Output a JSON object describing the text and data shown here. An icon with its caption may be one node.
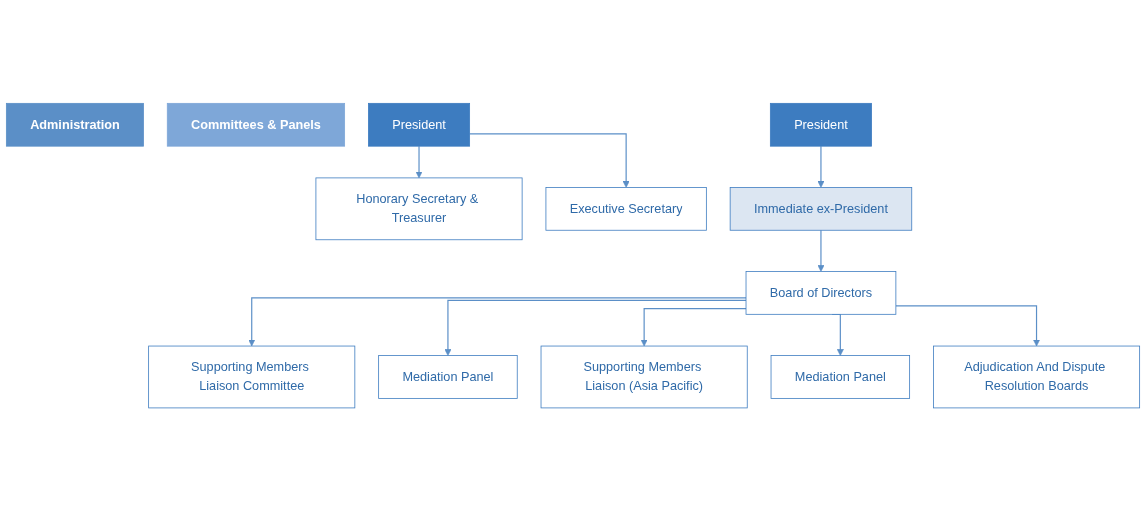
{
  "diagram": {
    "nodes": [
      {
        "text": [
          "Administration"
        ]
      },
      {
        "text": [
          "President"
        ]
      },
      {
        "text": [
          "Honorary Secretary & Treasurer"
        ]
      },
      {
        "text": [
          "Executive Secretary"
        ]
      },
      {
        "text": [
          "Committees & Panels"
        ]
      },
      {
        "text": [
          "President"
        ]
      },
      {
        "text": [
          "Immediate ex-President"
        ]
      },
      {
        "text": [
          "Board of Directors"
        ]
      },
      {
        "text": [
          "Supporting Members Liaison Committee"
        ]
      },
      {
        "text": [
          "Mediation Panel"
        ]
      },
      {
        "text": [
          "Supporting Members Liaison (Asia Pacific)"
        ]
      },
      {
        "text": [
          "Mediation Panel"
        ]
      },
      {
        "text": [
          "Adjudication And Dispute Resolution Boards"
        ]
      }
    ],
    "edges": [
      {
        "from": 1,
        "to": 2,
        "arrow": "to"
      },
      {
        "from": 1,
        "to": 3,
        "arrow": "to"
      },
      {
        "from": 5,
        "to": 6,
        "arrow": "to"
      },
      {
        "from": 6,
        "to": 7,
        "arrow": "to"
      },
      {
        "from": 7,
        "to": 8,
        "arrow": "to"
      },
      {
        "from": 7,
        "to": 9,
        "arrow": "to"
      },
      {
        "from": 7,
        "to": 10,
        "arrow": "to"
      },
      {
        "from": 7,
        "to": 11,
        "arrow": "to"
      },
      {
        "from": 7,
        "to": 12,
        "arrow": "to"
      }
    ]
  }
}
